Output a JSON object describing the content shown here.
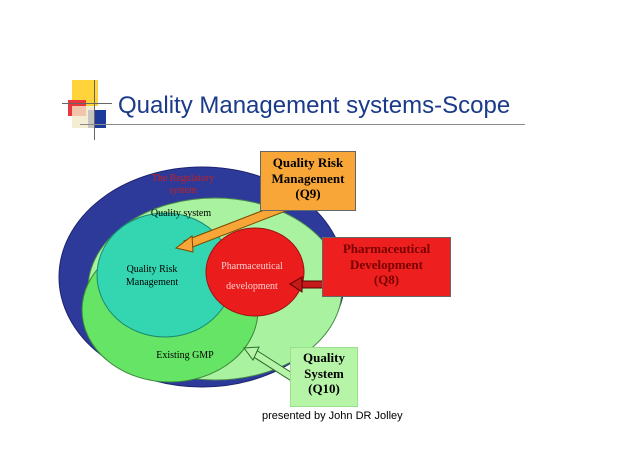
{
  "slide": {
    "title": "Quality Management systems-Scope",
    "footer": "presented by John DR Jolley"
  },
  "diagram": {
    "regulatory_label_line1": "The Regulatory",
    "regulatory_label_line2": "system",
    "quality_system_label": "Quality system",
    "qrm_label_line1": "Quality Risk",
    "qrm_label_line2": "Management",
    "pharma_label_line1": "Pharmaceutical",
    "pharma_label_line2": "development",
    "existing_gmp_label": "Existing GMP"
  },
  "callouts": {
    "q9": {
      "line1": "Quality Risk",
      "line2": "Management",
      "line3": "(Q9)",
      "color": "#f7a637"
    },
    "q8": {
      "line1": "Pharmaceutical",
      "line2": "Development",
      "line3": "(Q8)",
      "color": "#ee1f1f",
      "text_color": "#7a0000"
    },
    "q10": {
      "line1": "Quality",
      "line2": "System",
      "line3": "(Q10)",
      "color": "#b6f5a8"
    }
  },
  "colors": {
    "title": "#1a3a8a",
    "regulatory_ring": "#2e3a9a",
    "quality_system": "#a8f2a0",
    "gmp": "#66e466",
    "qrm": "#33d6b0",
    "pharma": "#ea1c1c"
  }
}
